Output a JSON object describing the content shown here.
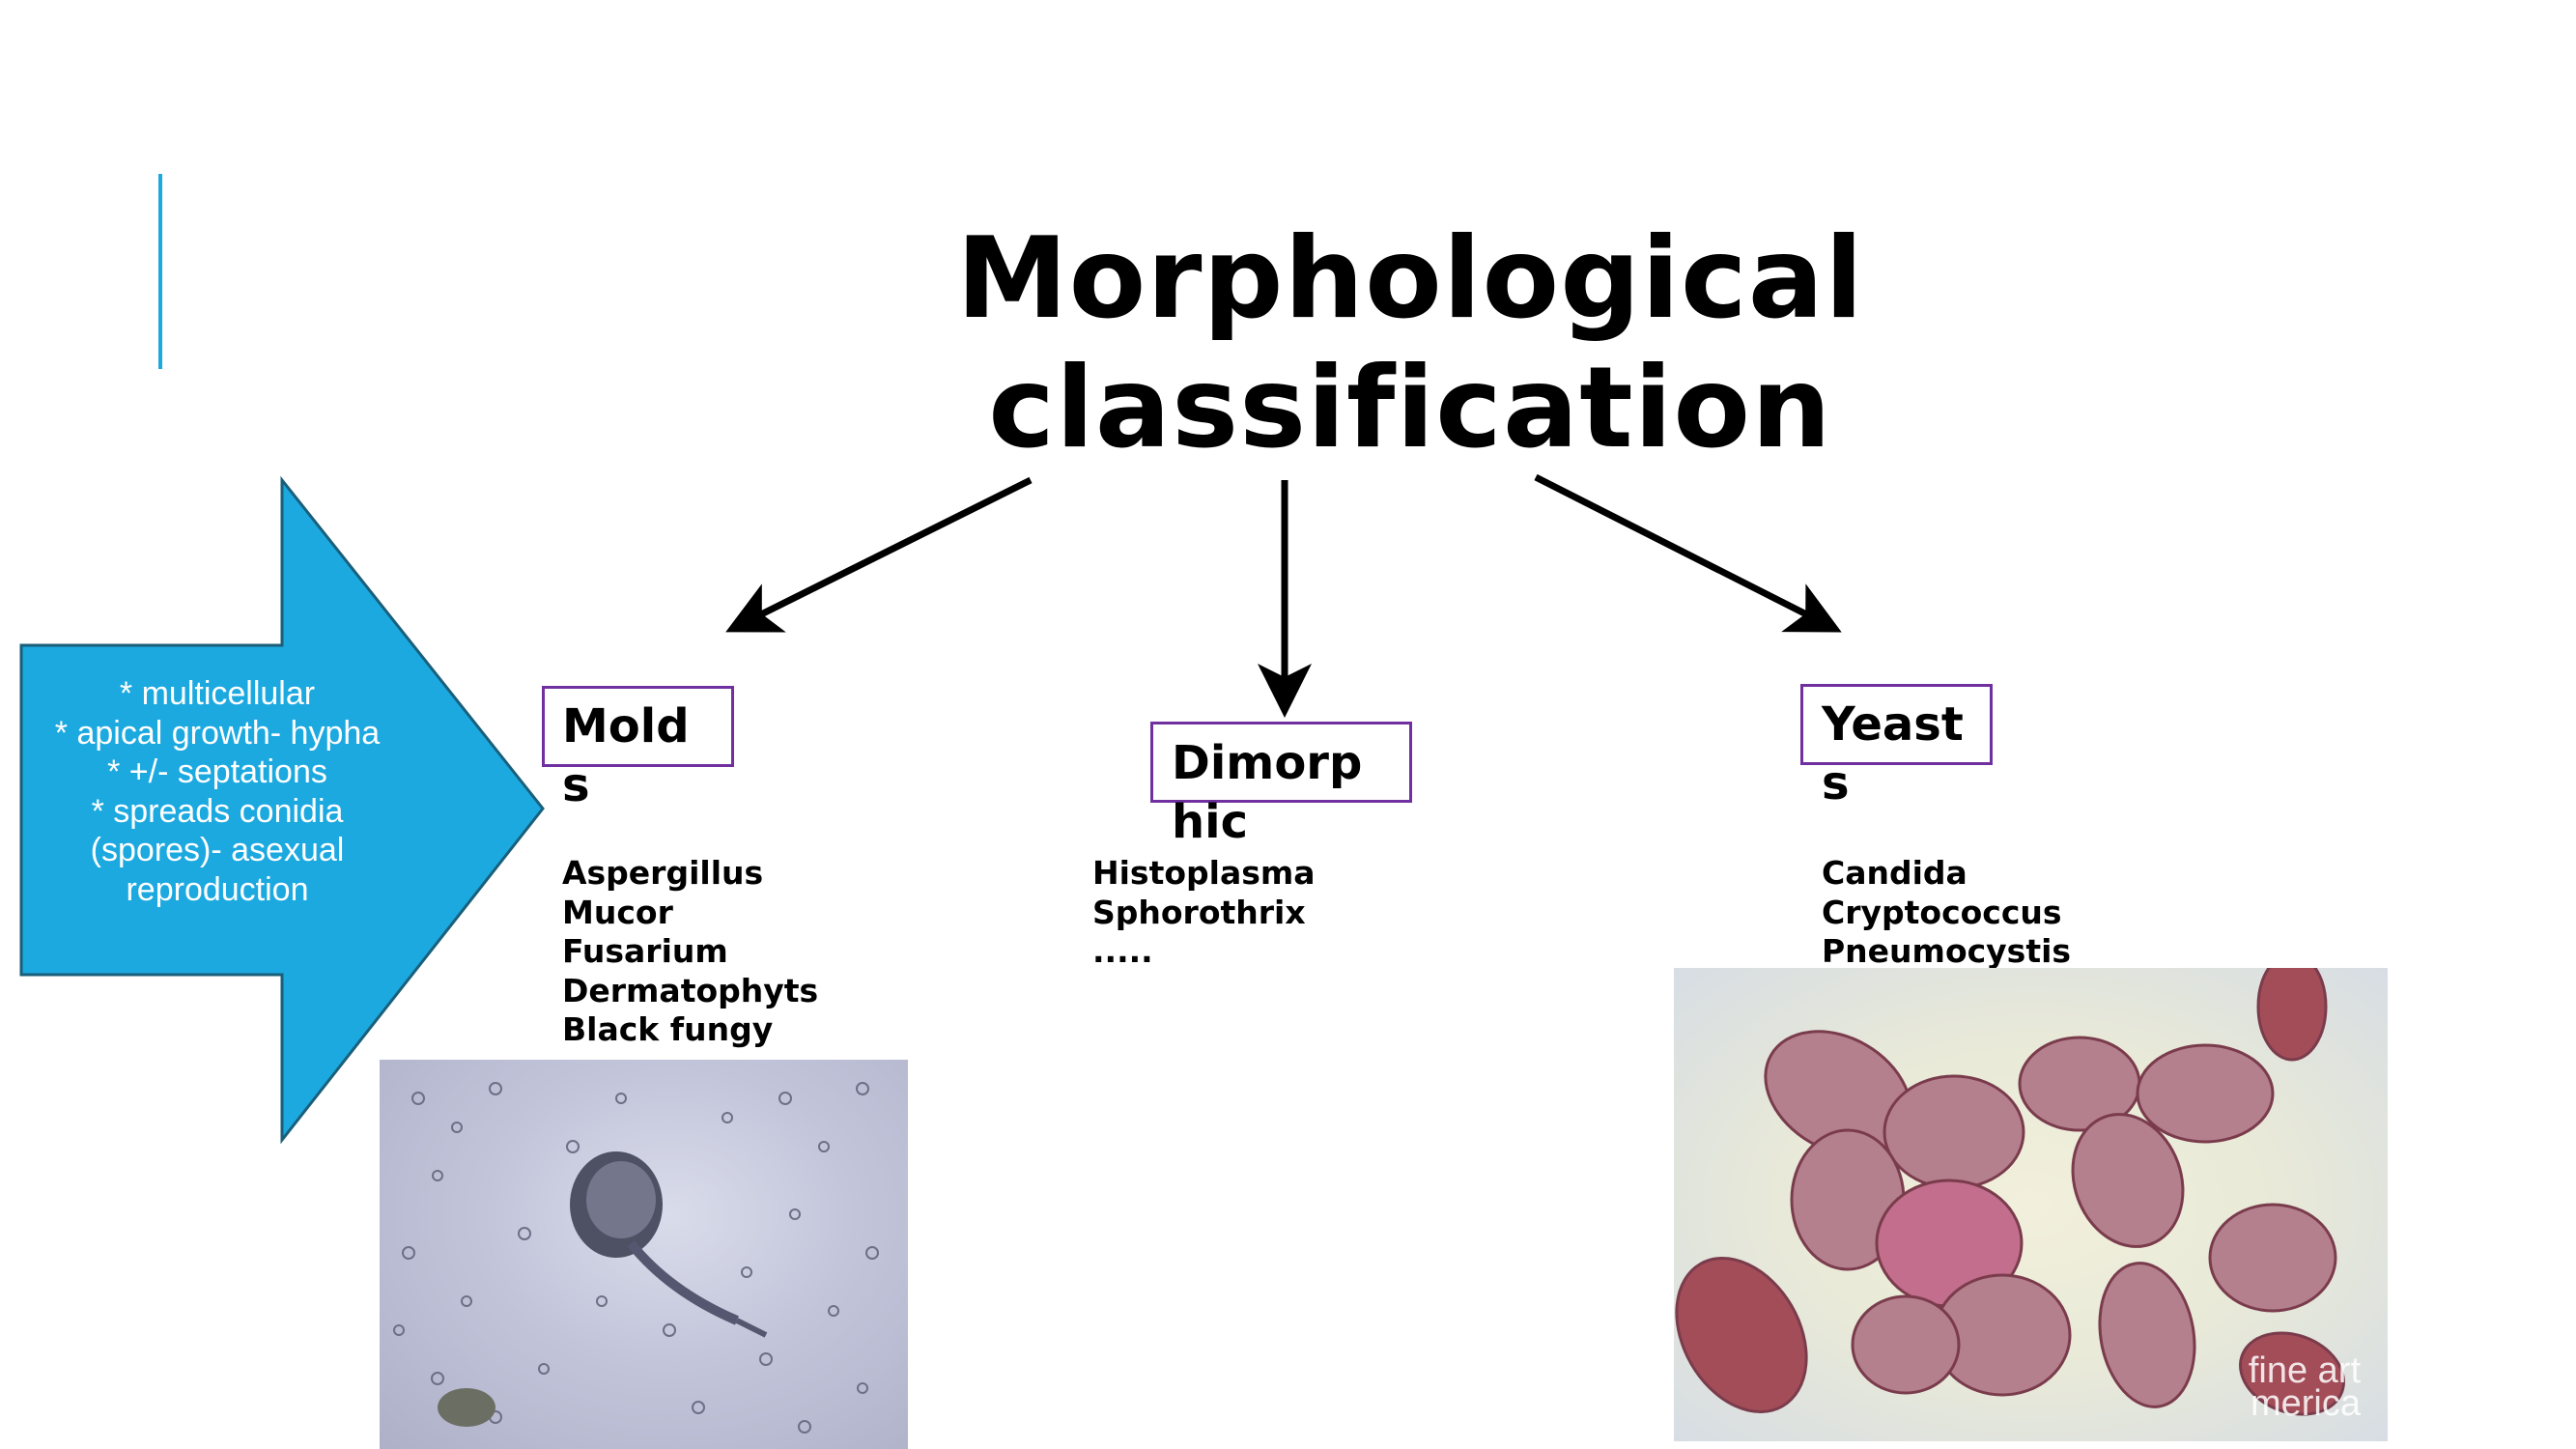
{
  "slide": {
    "title_lines": [
      "Morphological",
      "classification"
    ],
    "features": [
      "* multicellular",
      "* apical growth- hypha",
      "* +/- septations",
      "* spreads conidia",
      "(spores)- asexual",
      "reproduction"
    ],
    "categories": {
      "molds": {
        "label": "Molds",
        "examples": [
          "Aspergillus",
          "Mucor",
          "Fusarium",
          "Dermatophyts",
          "Black fungy"
        ]
      },
      "dimorphic": {
        "label": "Dimorphic",
        "examples": [
          "Histoplasma",
          "Sphorothrix",
          "....."
        ]
      },
      "yeasts": {
        "label": "Yeasts",
        "examples": [
          "Candida",
          "Cryptococcus",
          "Pneumocystis"
        ]
      }
    },
    "watermark_lines": [
      "fine art",
      "merica"
    ],
    "colors": {
      "accent": "#1ca9e0",
      "box_border": "#7030a0",
      "text": "#000000",
      "arrow_outline": "#1a5f7a"
    }
  }
}
